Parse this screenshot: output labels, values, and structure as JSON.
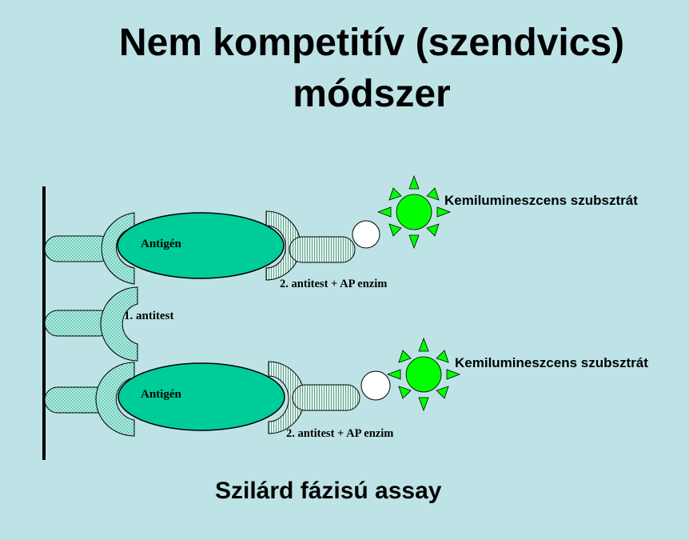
{
  "title": {
    "line1": "Nem kompetitív (szendvics)",
    "line2": "módszer"
  },
  "diagram": {
    "antigen_label_top": "Antigén",
    "antigen_label_bottom": "Antigén",
    "first_antibody_label": "1. antitest",
    "second_antibody_label_top": "2. antitest + AP enzim",
    "second_antibody_label_bottom": "2. antitest + AP enzim",
    "substrate_label_top": "Kemilumineszcens szubsztrát",
    "substrate_label_bottom": "Kemilumineszcens szubsztrát"
  },
  "colors": {
    "background": "#BEE3E6",
    "antigen": "#00CC99",
    "antibody_fill": "#A9EDE0",
    "second_antibody_fill": "#E6F6F0",
    "light_burst": "#00FF00",
    "enzyme_circle": "#FFFFFF"
  },
  "footer": "Szilárd fázisú assay"
}
